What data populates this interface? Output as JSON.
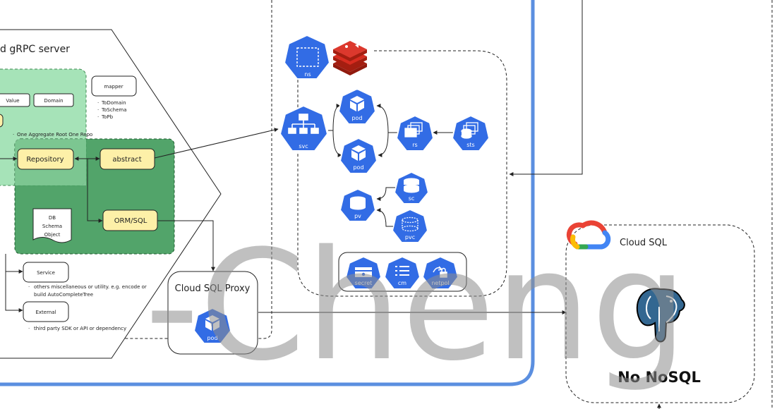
{
  "grpc": {
    "title": "d gRPC server",
    "value_box": "Value",
    "domain_box": "Domain",
    "mapper_box": "mapper",
    "mapper_items": [
      "ToDomain",
      "ToSchema",
      "ToPb"
    ],
    "aggregate_note": "One Aggregate Root One Repo",
    "repository": "Repository",
    "abstract": "abstract",
    "db_schema": [
      "DB",
      "Schema",
      "Object"
    ],
    "orm": "ORM/SQL",
    "service": "Service",
    "service_note": [
      "others miscellaneous or utility. e.g. encode or",
      "build AutoCompleteTree"
    ],
    "external": "External",
    "external_note": "third party SDK or API or dependency"
  },
  "k8s": {
    "ns": "ns",
    "svc": "svc",
    "pod_top": "pod",
    "pod_bottom": "pod",
    "rs": "rs",
    "sts": "sts",
    "pv": "pv",
    "sc": "sc",
    "pvc": "pvc",
    "secret": "secret",
    "cm": "cm",
    "netpol": "netpol"
  },
  "proxy": {
    "title": "Cloud SQL Proxy",
    "pod": "pod"
  },
  "cloudsql": {
    "title": "Cloud SQL",
    "footer": "No NoSQL"
  },
  "watermark": "-Cheng",
  "colors": {
    "k8s_blue": "#326ce5",
    "green_light": "#a6e3b8",
    "green_dark": "#3f9a5a",
    "yellow": "#fdf0a8",
    "cluster_border": "#5b8fe0",
    "redis_red": "#c7272c",
    "postgres_blue": "#336791"
  }
}
